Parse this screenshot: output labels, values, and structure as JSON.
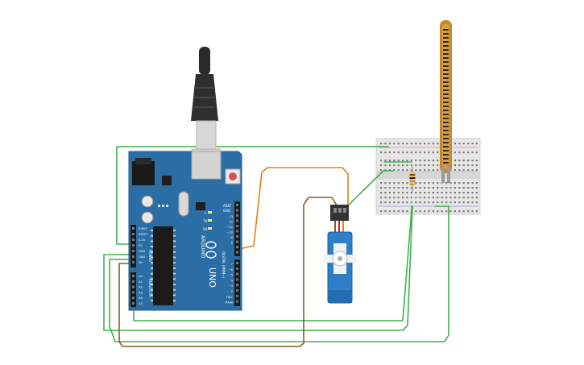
{
  "board": {
    "brand": "ARDUINO",
    "model": "UNO",
    "power_header": "POWER",
    "analog_header": "ANALOG IN",
    "digital_header": "DIGITAL (PWM~)",
    "aref_label": "AREF",
    "gnd_label": "GND",
    "tx_label": "TX",
    "rx_label": "RX",
    "on_label": "ON",
    "l_label": "L",
    "power_pins": [
      "IOREF",
      "RESET",
      "3.3V",
      "5V",
      "GND",
      "GND",
      "Vin"
    ],
    "analog_pins": [
      "A0",
      "A1",
      "A2",
      "A3",
      "A4",
      "A5"
    ],
    "digital_pins": [
      "13",
      "12",
      "~11",
      "~10",
      "~9",
      "8",
      "7",
      "~6",
      "~5",
      "4",
      "~3",
      "2",
      "TX▸1",
      "RX◂0"
    ]
  },
  "colors": {
    "board": "#2b6ea5",
    "wire_green": "#3db24a",
    "wire_orange": "#e0820f",
    "wire_brown": "#8b5a2b",
    "breadboard": "#e8e8e8",
    "servo": "#2f7ec8",
    "flex_sensor": "#c8902e",
    "usb_plug": "#333333"
  },
  "components": {
    "usb_cable": "usb-plug-icon",
    "servo": "servo-motor-icon",
    "flex_sensor": "flex-sensor-icon",
    "resistor": "resistor-icon",
    "breadboard": "breadboard-icon"
  }
}
